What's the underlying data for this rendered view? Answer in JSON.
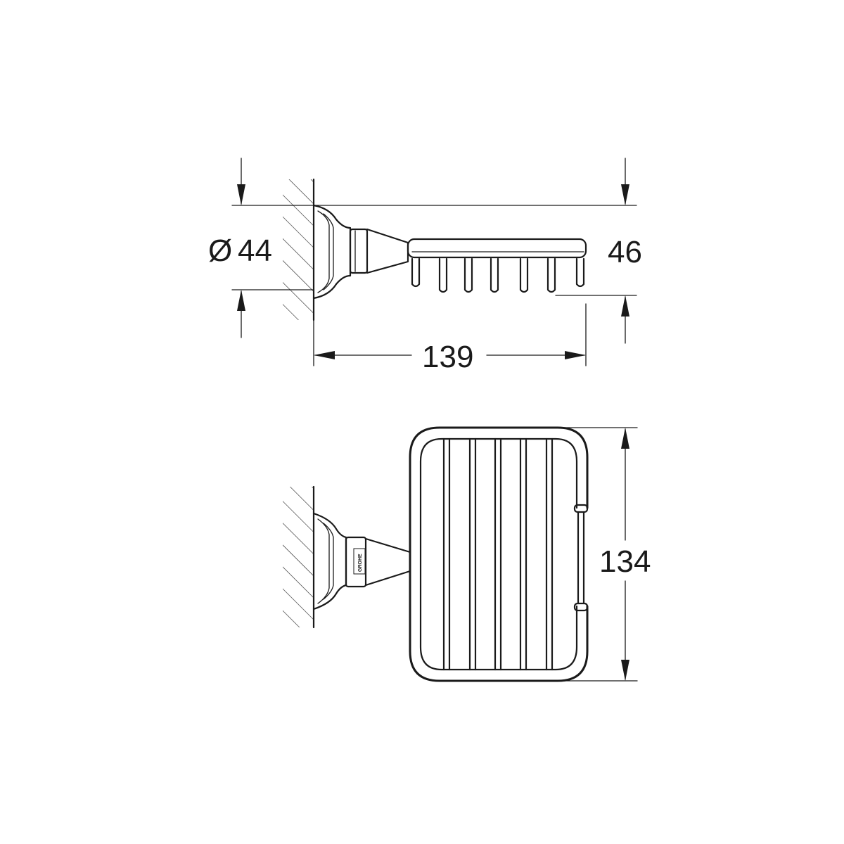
{
  "dimensions": {
    "diameter": {
      "symbol": "Ø",
      "value": "44"
    },
    "height": "46",
    "projection": "139",
    "width": "134"
  },
  "logo": "GROHE",
  "colors": {
    "line": "#1a1a1a",
    "background": "#ffffff"
  }
}
